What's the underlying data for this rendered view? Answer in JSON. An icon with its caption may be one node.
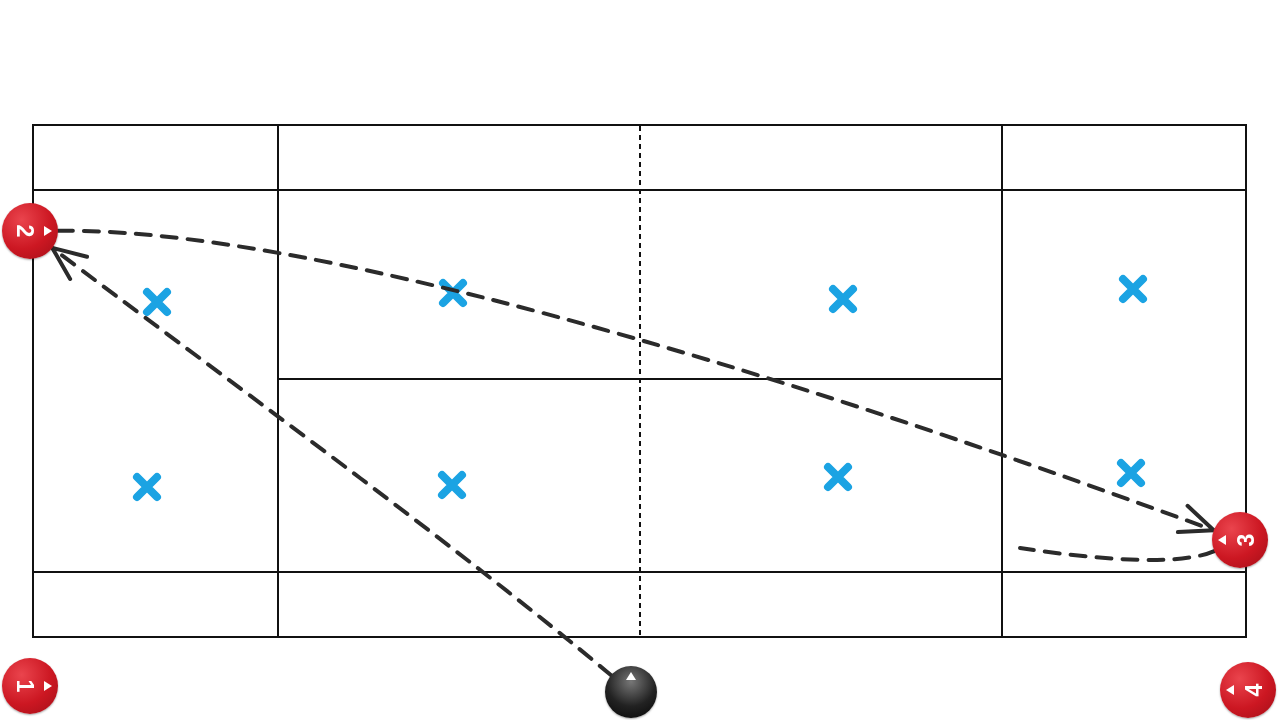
{
  "diagram": {
    "nodes": [
      {
        "text": [
          "2"
        ]
      },
      {
        "text": [
          "3"
        ]
      },
      {
        "text": [
          "1"
        ]
      },
      {
        "text": [],
        "shape": "circle"
      },
      {
        "text": [
          "4"
        ]
      }
    ],
    "edges": [
      {
        "from": 3,
        "to": 0,
        "arrow": "to",
        "style": "dashed"
      },
      {
        "from": 0,
        "to": 1,
        "arrow": "to",
        "style": "dashed"
      },
      {
        "from": 1,
        "to": null,
        "arrow": "none",
        "style": "dashed"
      }
    ]
  }
}
